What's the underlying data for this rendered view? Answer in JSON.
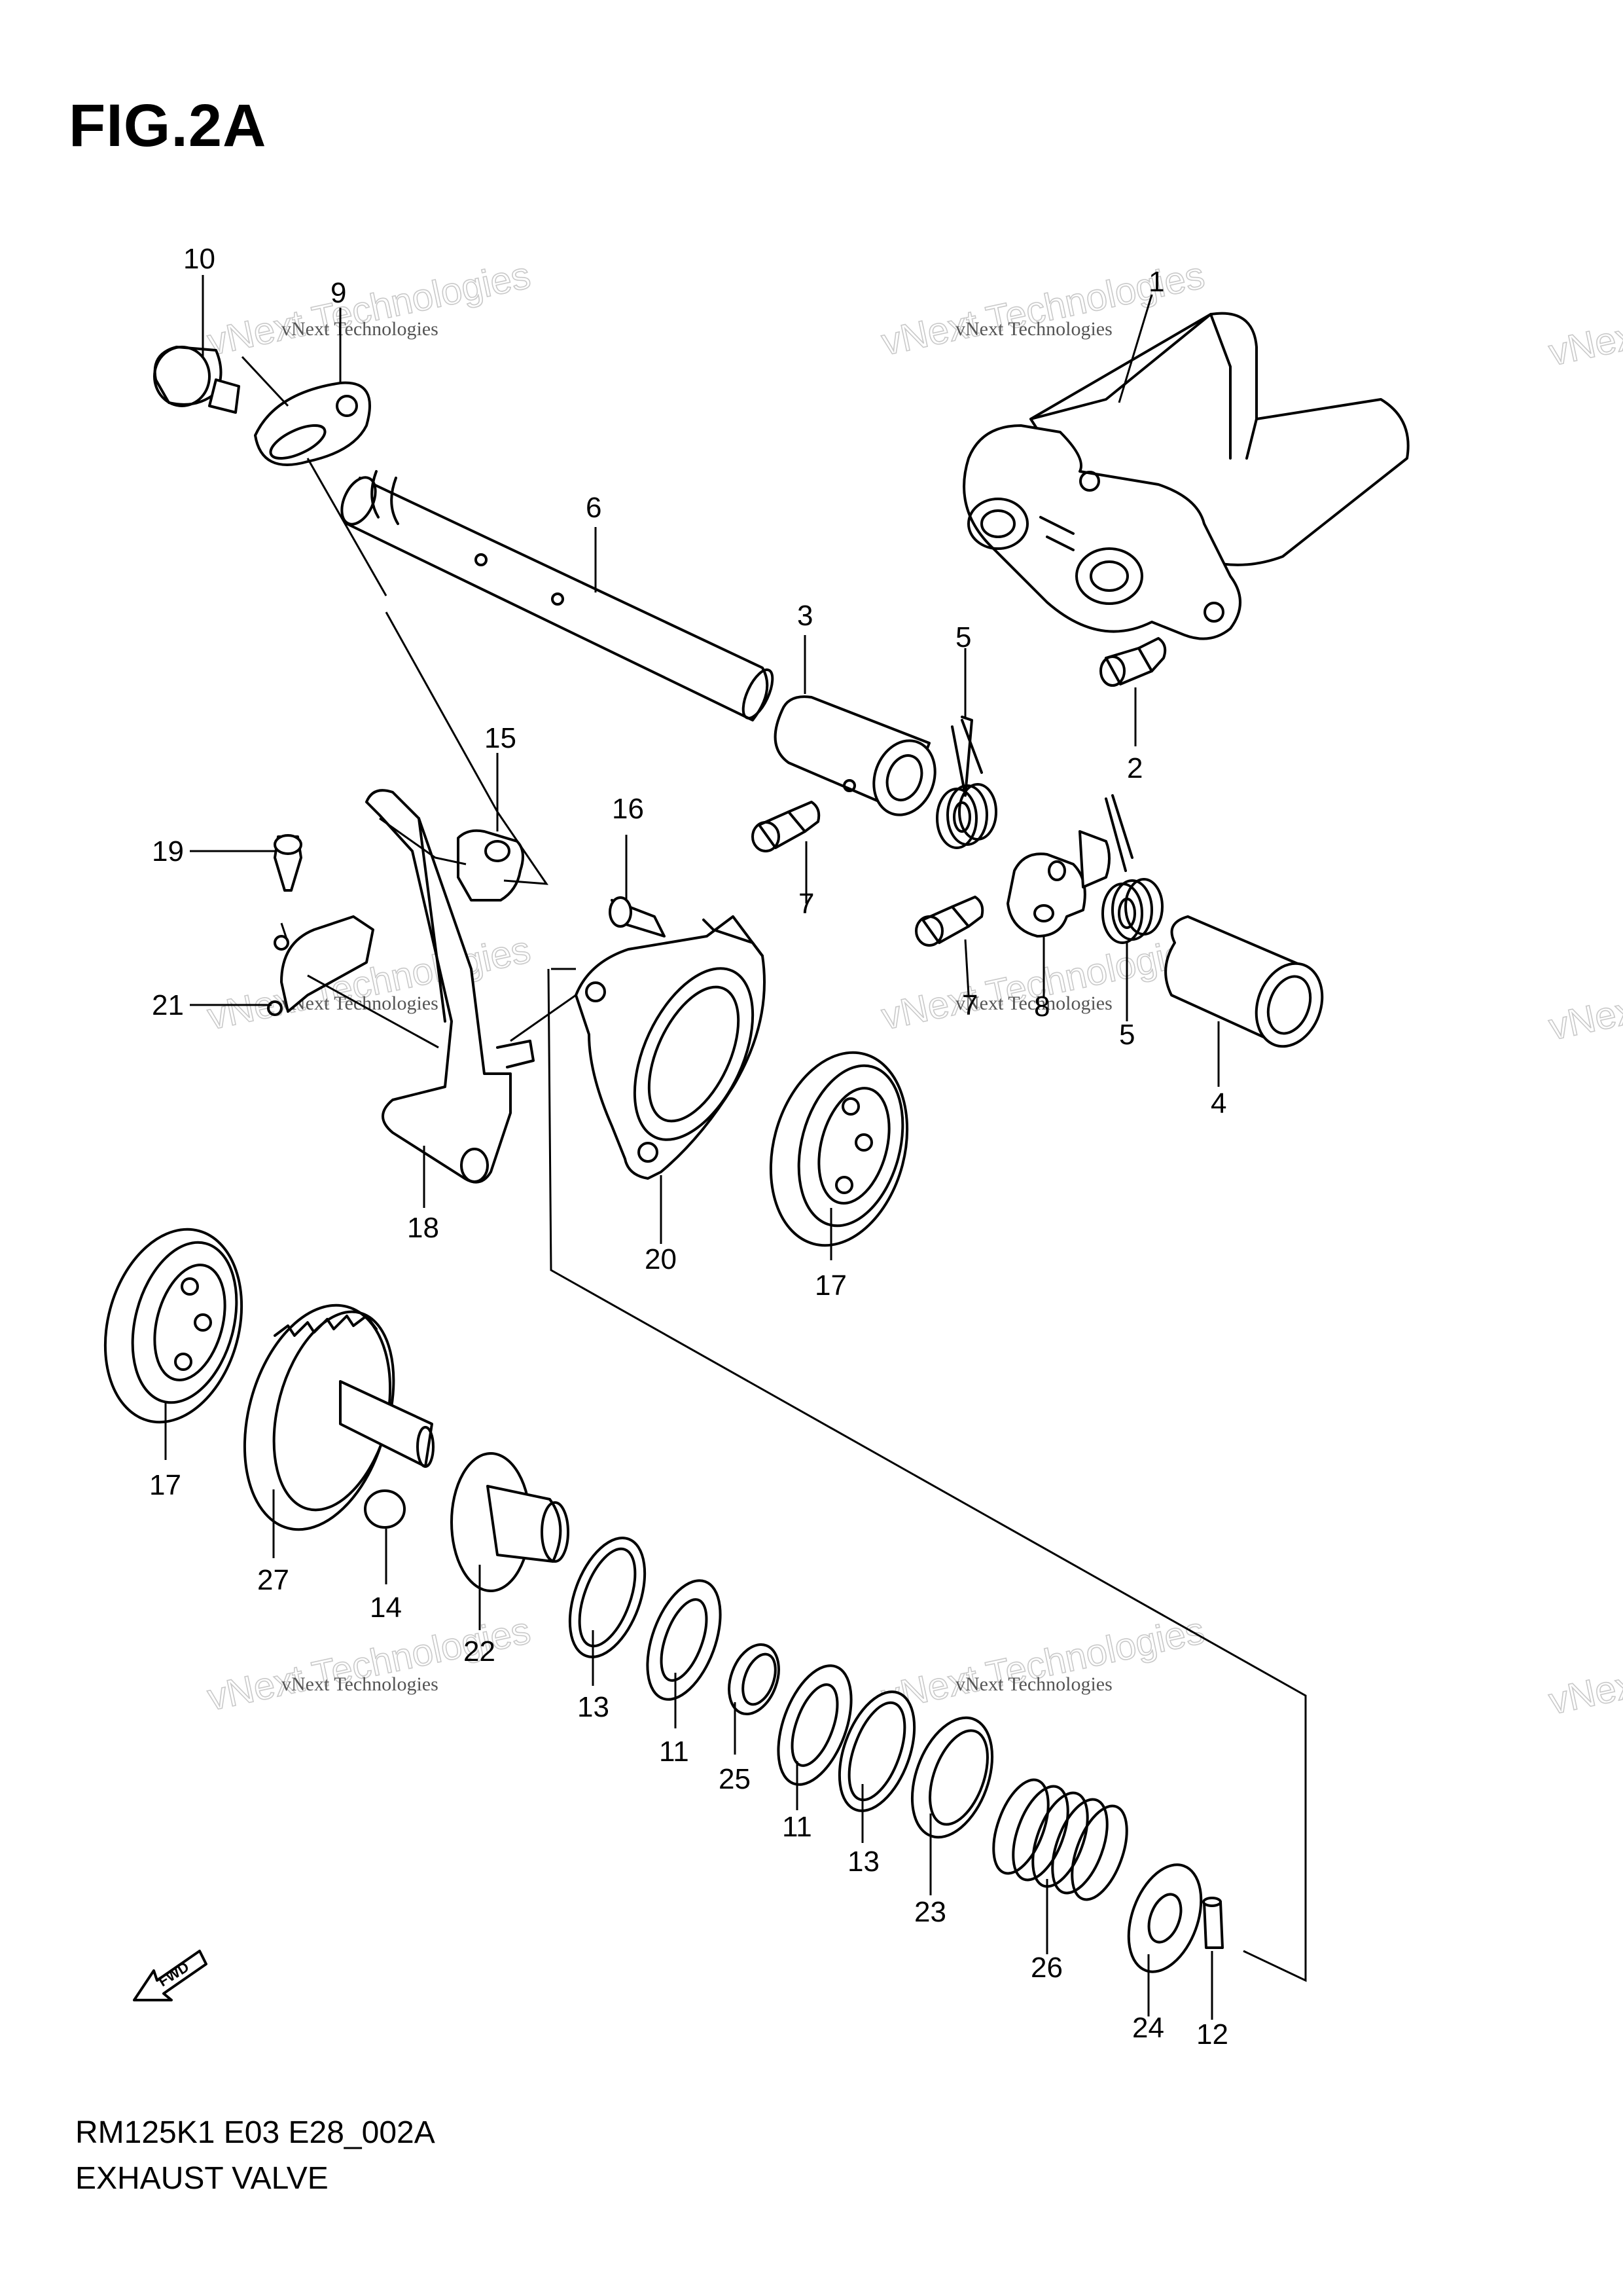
{
  "figure": {
    "title": "FIG.2A",
    "model_code": "RM125K1 E03 E28_002A",
    "assembly_name": "EXHAUST VALVE",
    "fwd_label": "FWD"
  },
  "watermark": {
    "line1": "vNext Technologies",
    "line2": "vNext\nTechnologies"
  },
  "callouts": {
    "p1": "1",
    "p2": "2",
    "p3": "3",
    "p4": "4",
    "p5a": "5",
    "p5b": "5",
    "p6": "6",
    "p7a": "7",
    "p7b": "7",
    "p8": "8",
    "p9": "9",
    "p10": "10",
    "p11a": "11",
    "p11b": "11",
    "p12": "12",
    "p13a": "13",
    "p13b": "13",
    "p14": "14",
    "p15": "15",
    "p16": "16",
    "p17a": "17",
    "p17b": "17",
    "p18": "18",
    "p19": "19",
    "p20": "20",
    "p21": "21",
    "p22": "22",
    "p23": "23",
    "p24": "24",
    "p25": "25",
    "p26": "26",
    "p27": "27"
  }
}
